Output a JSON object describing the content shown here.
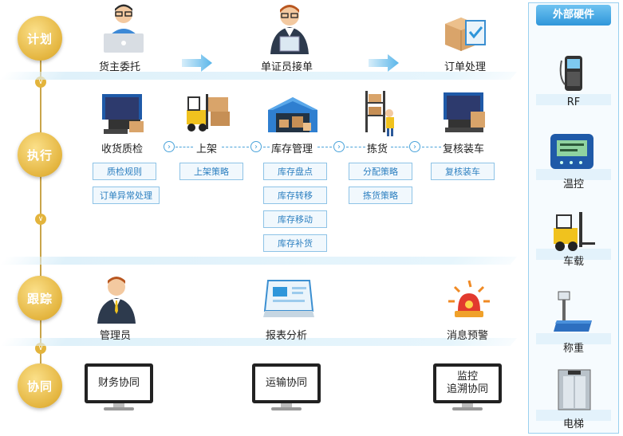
{
  "stages": {
    "plan": "计划",
    "execute": "执行",
    "track": "跟踪",
    "collab": "协同"
  },
  "plan": {
    "owner": "货主委托",
    "clerk": "单证员接单",
    "order": "订单处理"
  },
  "execute": {
    "steps": [
      "收货质检",
      "上架",
      "库存管理",
      "拣货",
      "复核装车"
    ],
    "receiving_tags": [
      "质检规则",
      "订单异常处理"
    ],
    "putaway_tags": [
      "上架策略"
    ],
    "inventory_tags": [
      "库存盘点",
      "库存转移",
      "库存移动",
      "库存补货"
    ],
    "picking_tags": [
      "分配策略",
      "拣货策略"
    ],
    "loading_tags": [
      "复核装车"
    ]
  },
  "track": {
    "manager": "管理员",
    "report": "报表分析",
    "alert": "消息预警"
  },
  "collab": {
    "finance": "财务协同",
    "transport": "运输协同",
    "monitor_line1": "监控",
    "monitor_line2": "追溯协同"
  },
  "hardware": {
    "title": "外部硬件",
    "items": [
      "RF",
      "温控",
      "车载",
      "称重",
      "电梯"
    ]
  },
  "colors": {
    "stage_gold": "#e4b53f",
    "accent_blue": "#2f96da",
    "tag_blue": "#2c7fc0"
  }
}
